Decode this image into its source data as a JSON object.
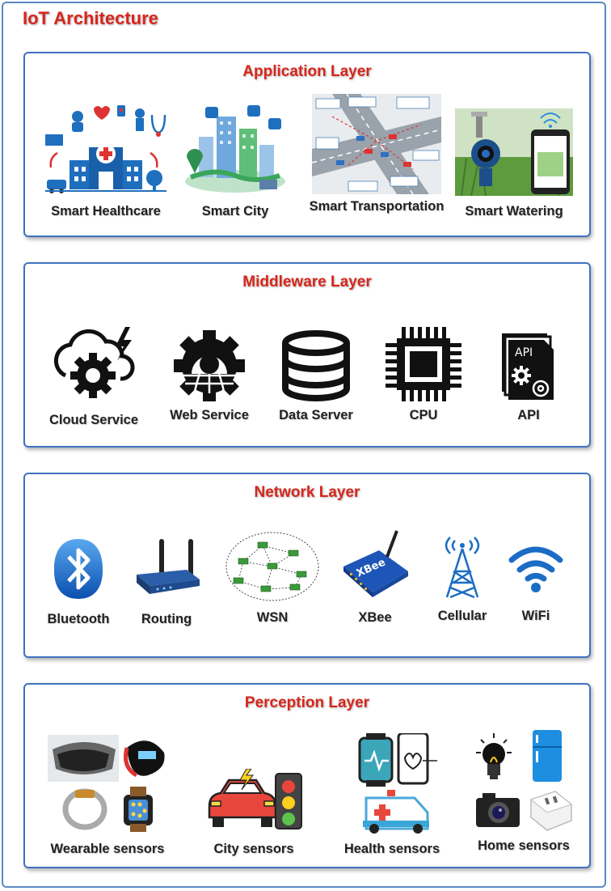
{
  "title": "IoT Architecture",
  "layers": [
    {
      "name": "Application Layer",
      "items": [
        "Smart Healthcare",
        "Smart City",
        "Smart Transportation",
        "Smart Watering"
      ]
    },
    {
      "name": "Middleware Layer",
      "items": [
        "Cloud Service",
        "Web Service",
        "Data Server",
        "CPU",
        "API"
      ]
    },
    {
      "name": "Network Layer",
      "items": [
        "Bluetooth",
        "Routing",
        "WSN",
        "XBee",
        "Cellular",
        "WiFi"
      ]
    },
    {
      "name": "Perception Layer",
      "items": [
        "Wearable sensors",
        "City sensors",
        "Health sensors",
        "Home sensors"
      ]
    }
  ],
  "icon_text": {
    "api": "API",
    "xbee": "XBee"
  },
  "colors": {
    "title": "#d7261c",
    "border": "#3f72bf",
    "accent_blue": "#1a6cc4"
  },
  "icons": {
    "application": [
      "hospital-icon",
      "city-icon",
      "traffic-map-icon",
      "watering-phone-icon"
    ],
    "middleware": [
      "cloud-gear-icon",
      "web-gear-icon",
      "database-icon",
      "cpu-icon",
      "api-icon"
    ],
    "network": [
      "bluetooth-icon",
      "router-icon",
      "wsn-icon",
      "xbee-icon",
      "cell-tower-icon",
      "wifi-icon"
    ],
    "perception": [
      "wearables-icon",
      "car-traffic-light-icon",
      "health-devices-icon",
      "home-devices-icon"
    ]
  }
}
